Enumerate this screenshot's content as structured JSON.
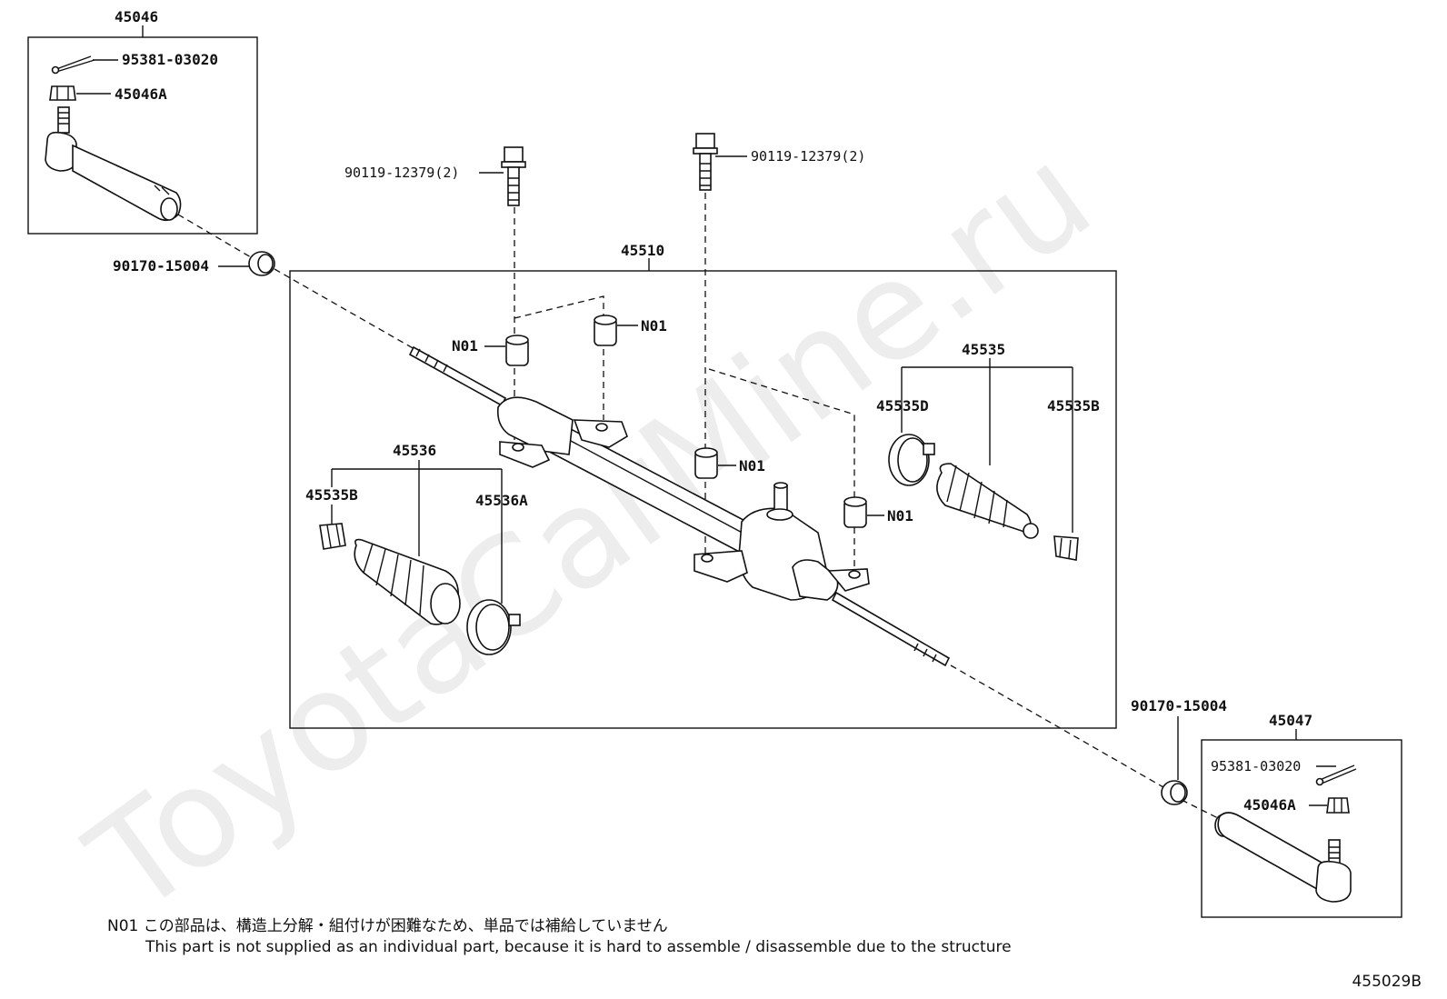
{
  "watermark": "ToyotaCarMine.ru",
  "figure_number": "455029B",
  "note": {
    "code": "N01",
    "japanese": "この部品は、構造上分解・組付けが困難なため、単品では補給していません",
    "english": "This part is not supplied as an individual part, because it is hard to assemble / disassemble due to the structure"
  },
  "labels": {
    "tie_rod_end_lh": "45046",
    "cotter_pin_lh": "95381-03020",
    "nut_lh": "45046A",
    "bolt_1": "90119-12379(2)",
    "bolt_2": "90119-12379(2)",
    "grommet_lh": "90170-15004",
    "gear_assembly": "45510",
    "n01_a": "N01",
    "n01_b": "N01",
    "n01_c": "N01",
    "n01_d": "N01",
    "boot_rh": "45535",
    "clamp_rh_d": "45535D",
    "clip_rh_b": "45535B",
    "boot_lh": "45536",
    "clip_lh_b": "45535B",
    "clamp_lh_a": "45536A",
    "grommet_rh": "90170-15004",
    "tie_rod_end_rh": "45047",
    "cotter_pin_rh": "95381-03020",
    "nut_rh": "45046A"
  }
}
